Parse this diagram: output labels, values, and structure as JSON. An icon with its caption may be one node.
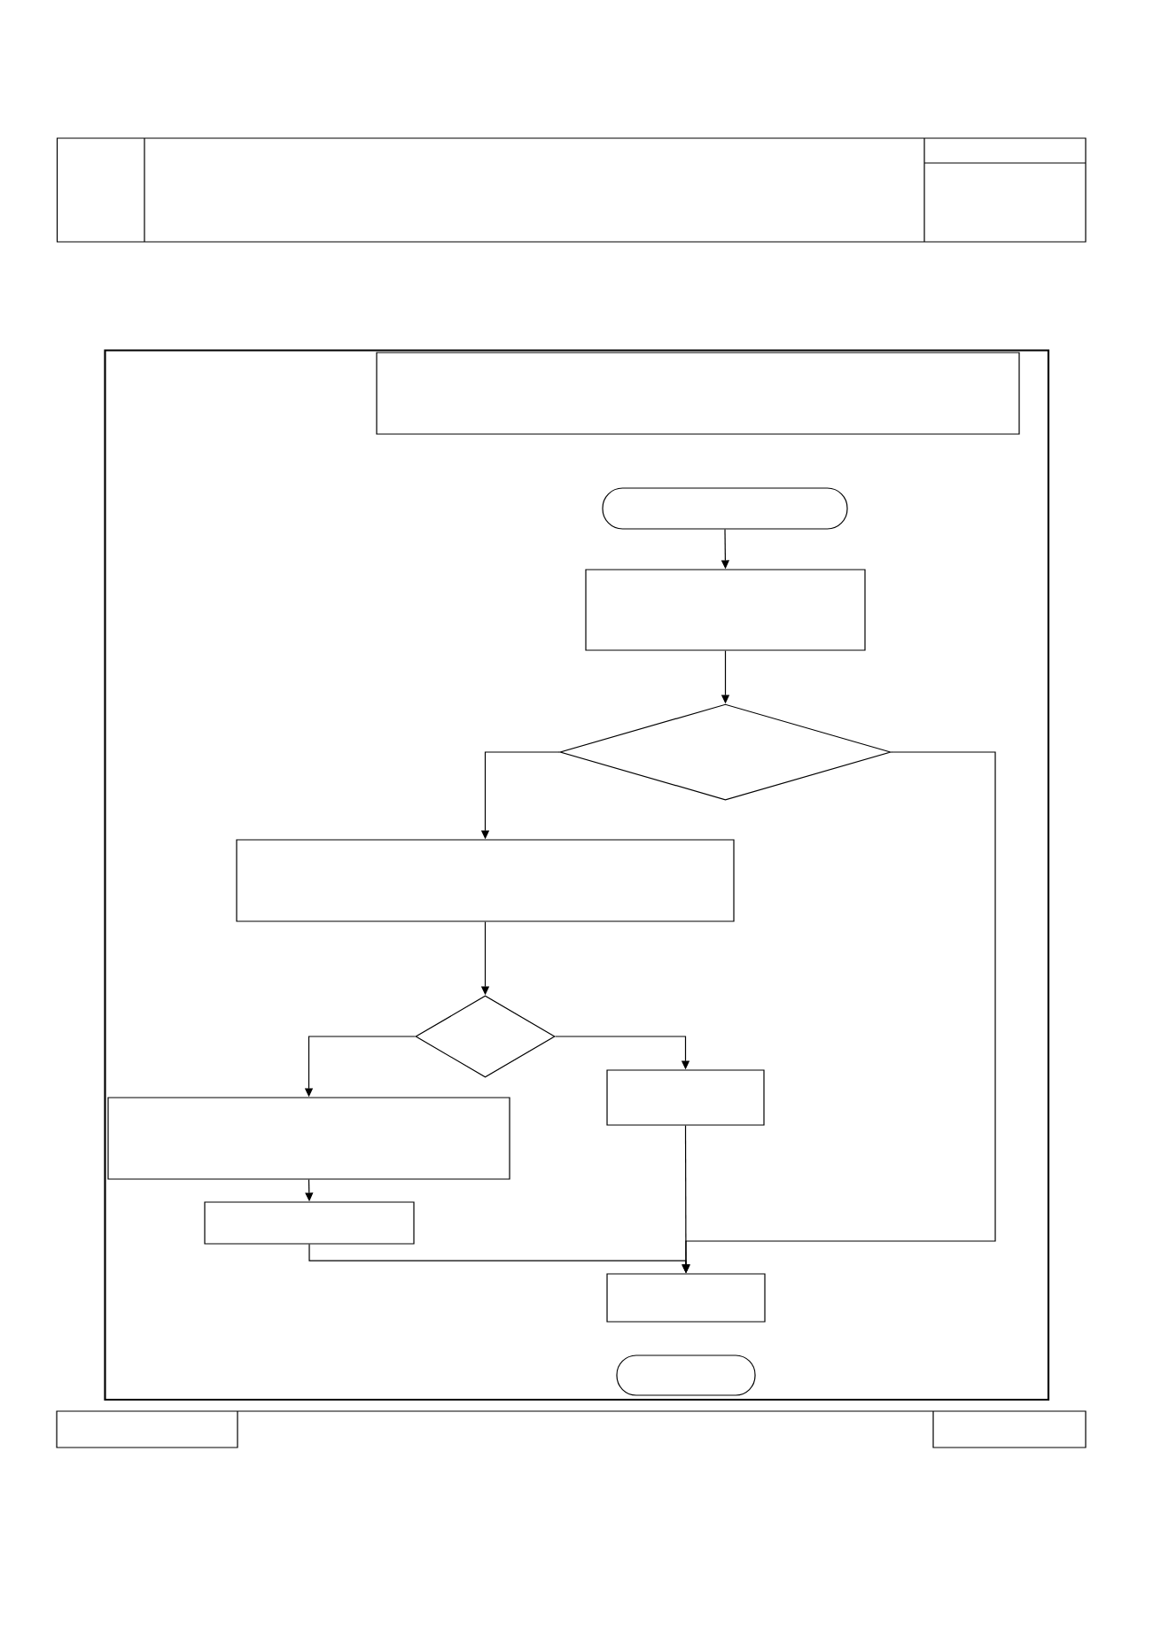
{
  "diagram": {
    "nodes": [
      {
        "text": [],
        "shape": "box"
      },
      {
        "text": [],
        "shape": "oval"
      },
      {
        "text": [],
        "shape": "box"
      },
      {
        "text": [],
        "shape": "diamond"
      },
      {
        "text": [],
        "shape": "box"
      },
      {
        "text": [],
        "shape": "diamond"
      },
      {
        "text": [],
        "shape": "box"
      },
      {
        "text": [],
        "shape": "box"
      },
      {
        "text": [],
        "shape": "box"
      },
      {
        "text": [],
        "shape": "box"
      },
      {
        "text": [],
        "shape": "oval"
      }
    ],
    "edges": [
      {
        "from": 1,
        "to": 2,
        "arrow": "to"
      },
      {
        "from": 2,
        "to": 3,
        "arrow": "to"
      },
      {
        "from": 3,
        "to": 4,
        "arrow": "to"
      },
      {
        "from": 3,
        "to": 9,
        "arrow": "to"
      },
      {
        "from": 4,
        "to": 5,
        "arrow": "to"
      },
      {
        "from": 5,
        "to": 6,
        "arrow": "to"
      },
      {
        "from": 5,
        "to": 7,
        "arrow": "to"
      },
      {
        "from": 6,
        "to": 8,
        "arrow": "to"
      },
      {
        "from": 8,
        "to": 9,
        "arrow": "to"
      },
      {
        "from": 7,
        "to": 9,
        "arrow": "to"
      }
    ]
  }
}
